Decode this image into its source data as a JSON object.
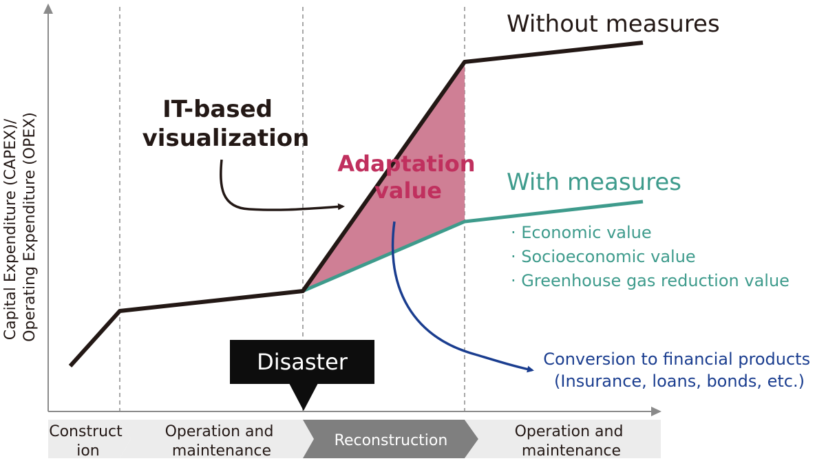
{
  "y_axis_label": {
    "line1": "Capital Expenditure (CAPEX)/",
    "line2": "Operating Expenditure (OPEX)"
  },
  "curves": {
    "without_label": "Without measures",
    "with_label": "With measures"
  },
  "values_list": [
    "· Economic value",
    "· Socioeconomic value",
    "· Greenhouse gas reduction value"
  ],
  "it_label": {
    "line1": "IT-based",
    "line2": "visualization"
  },
  "adaptation_label": {
    "line1": "Adaptation",
    "line2": "value"
  },
  "financial": {
    "line1": "Conversion to financial products",
    "line2": "(Insurance, loans, bonds, etc.)"
  },
  "disaster_label": "Disaster",
  "phases": [
    {
      "line1": "Construct",
      "line2": "ion"
    },
    {
      "line1": "Operation and",
      "line2": "maintenance"
    },
    {
      "line1": "Reconstruction",
      "line2": ""
    },
    {
      "line1": "Operation and",
      "line2": "maintenance"
    }
  ],
  "colors": {
    "without": "#231815",
    "with": "#3e9b8c",
    "area": "#cf7f95",
    "adaptation": "#c0305e",
    "financial": "#1a3d8f",
    "phase_bg": "#ececec",
    "phase_active": "#7f7f7f"
  }
}
